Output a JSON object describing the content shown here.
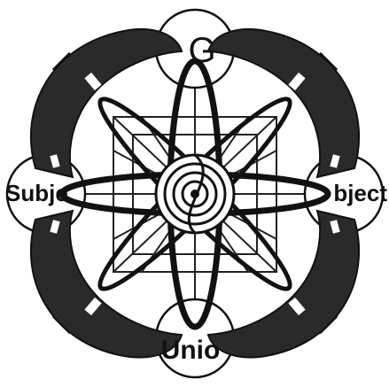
{
  "diagram": {
    "labels": {
      "top": "G",
      "left": "Subje",
      "right": "bject",
      "bottom": "Unio"
    },
    "colors": {
      "ink": "#111111",
      "paper": "#ffffff",
      "line": "#222222",
      "outer_ring_fill": "#2a2a2a"
    }
  }
}
